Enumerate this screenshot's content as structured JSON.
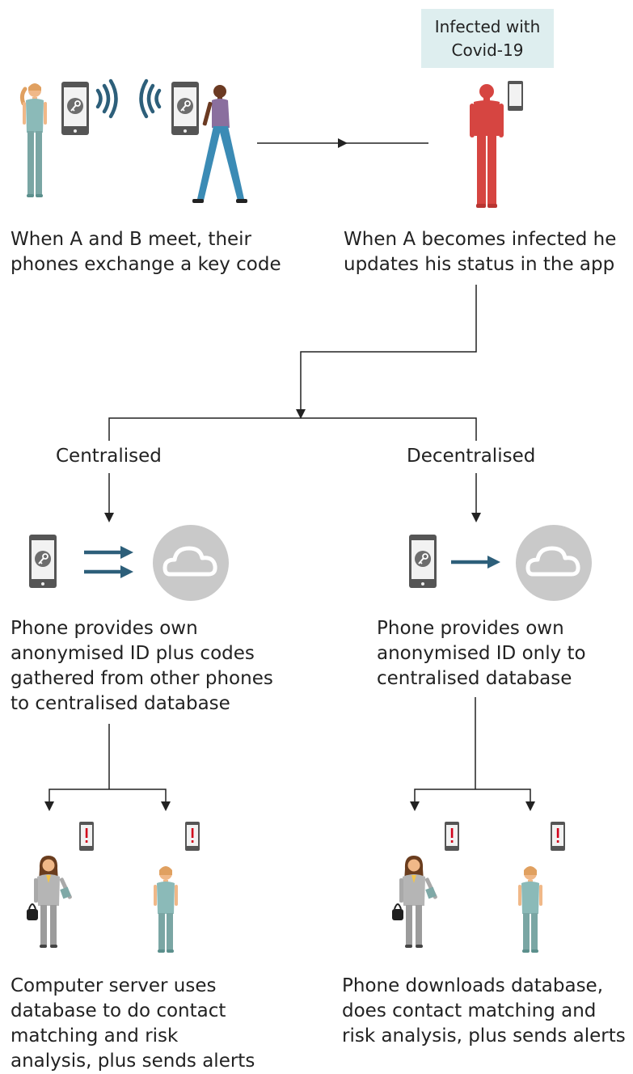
{
  "status_box": {
    "text": "Infected with\nCovid-19"
  },
  "captions": {
    "meet": "When A and B meet, their\nphones exchange a key code",
    "infected": "When A becomes infected he\nupdates his status in the app",
    "centralised_label": "Centralised",
    "decentralised_label": "Decentralised",
    "centralised_step": "Phone provides own\nanonymised ID plus codes\ngathered from other phones\nto centralised database",
    "decentralised_step": "Phone provides own\nanonymised ID only to\ncentralised database",
    "centralised_result": "Computer server uses\ndatabase to do contact\nmatching and risk\nanalysis, plus sends alerts",
    "decentralised_result": "Phone downloads database,\ndoes contact matching and\nrisk analysis, plus sends alerts"
  },
  "colors": {
    "phone_body": "#555555",
    "phone_screen": "#f2f2f2",
    "signal": "#2d5f7a",
    "cloud_circle": "#c9c9c9",
    "infected_person": "#d64541",
    "status_box_bg": "#deeeef",
    "alert_red": "#d0021b",
    "line": "#222222"
  },
  "icons": [
    "phone-key-icon",
    "wifi-signal-icon",
    "person-icon",
    "cloud-icon",
    "alert-phone-icon",
    "arrow-icon"
  ]
}
